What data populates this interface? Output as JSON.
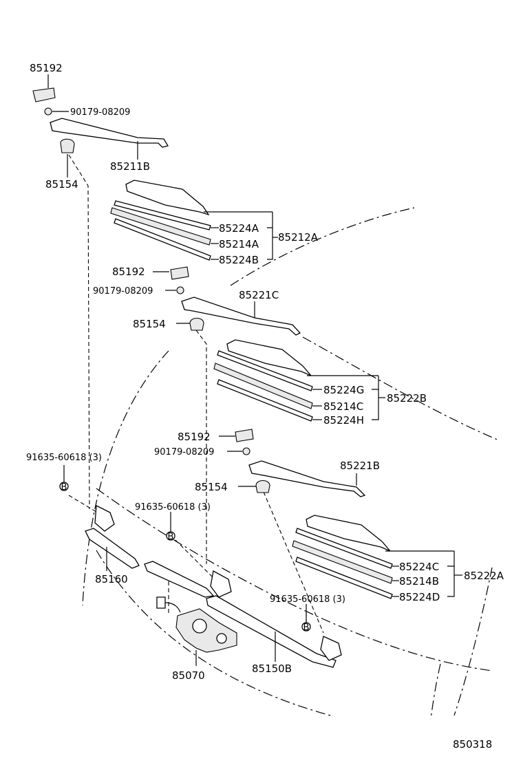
{
  "labels": {
    "cap_85192_a": "85192",
    "nut_a": "90179-08209",
    "arm_85211b": "85211B",
    "pad_85154_a": "85154",
    "blade_85224a": "85224A",
    "blade_85214a": "85214A",
    "blade_85224b": "85224B",
    "assy_85212a": "85212A",
    "cap_85192_b": "85192",
    "nut_b": "90179-08209",
    "arm_85221c": "85221C",
    "pad_85154_b": "85154",
    "blade_85224g": "85224G",
    "blade_85214c": "85214C",
    "blade_85224h": "85224H",
    "assy_85222b": "85222B",
    "cap_85192_c": "85192",
    "nut_c": "90179-08209",
    "arm_85221b": "85221B",
    "pad_85154_c": "85154",
    "bolt_a": "91635-60618 (3)",
    "bolt_b": "91635-60618 (3)",
    "bolt_c": "91635-60618 (3)",
    "blade_85224c": "85224C",
    "blade_85214b": "85214B",
    "blade_85224d": "85224D",
    "assy_85222a": "85222A",
    "link_85160": "85160",
    "motor_85070": "85070",
    "link_85150b": "85150B",
    "figure_code": "850318"
  },
  "callout_letter": "B"
}
